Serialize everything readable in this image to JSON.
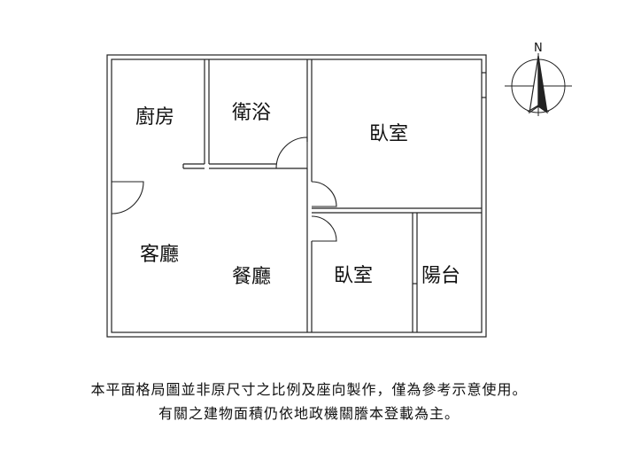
{
  "rooms": {
    "kitchen": "廚房",
    "bathroom": "衛浴",
    "bedroom_main": "臥室",
    "living_room": "客廳",
    "dining_room": "餐廳",
    "bedroom_second": "臥室",
    "balcony": "陽台"
  },
  "compass": {
    "north_letter": "N"
  },
  "disclaimer": {
    "line1": "本平面格局圖並非原尺寸之比例及座向製作，僅為參考示意使用。",
    "line2": "有關之建物面積仍依地政機關謄本登載為主。"
  }
}
